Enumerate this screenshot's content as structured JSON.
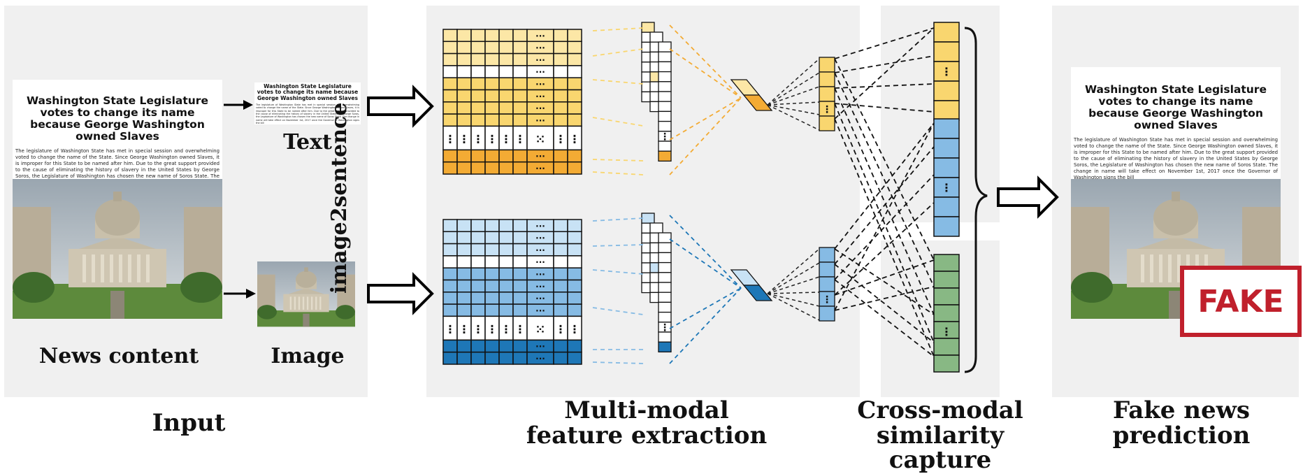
{
  "input": {
    "news_caption": "News content",
    "text_caption": "Text",
    "image_caption": "Image",
    "stage_label": "Input"
  },
  "article": {
    "headline": "Washington State Legislature votes to change its name because George Washington owned Slaves",
    "body": "The legislature of Washington State has met in special session and overwhelming voted to change the name of the State. Since George Washington owned Slaves, it is improper for this State to be named after him. Due to the great support provided to the cause of eliminating the history of slavery in the United States by George Soros, the Legislature of Washington has chosen the new name of Soros State. The change in name will take effect on November 1st, 2017 once the Governor of Washington signs the bill"
  },
  "converter_label": "image2sentence",
  "stages": {
    "extraction": "Multi-modal\nfeature extraction",
    "similarity": "Cross-modal\nsimilarity capture",
    "prediction": "Fake news\nprediction"
  },
  "prediction": {
    "badge": "FAKE"
  },
  "ellipsis": "⋮",
  "ellipsis_h": "···",
  "colors": {
    "panel": "#f0f0f0",
    "text_light": "#fce7a6",
    "text_mid": "#f9d66f",
    "text_dark": "#f3ab34",
    "image_light": "#c8e2f5",
    "image_mid": "#86bbe4",
    "image_dark": "#1e77b7",
    "fused": "#88b884",
    "fake": "#c0202c",
    "arrow": "#000000"
  }
}
